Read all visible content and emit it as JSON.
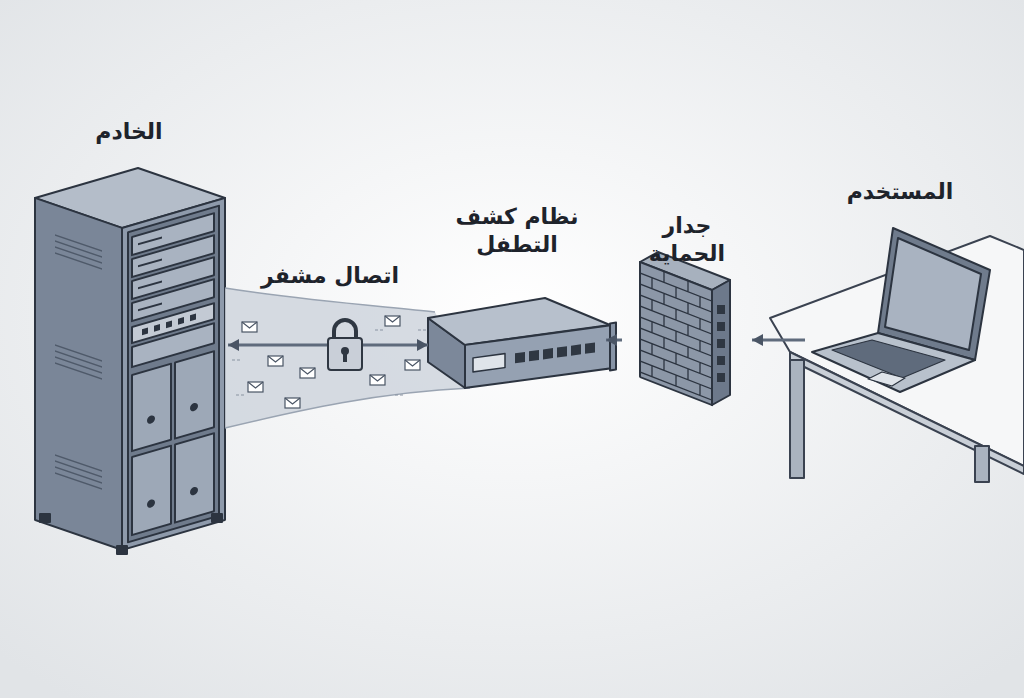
{
  "diagram": {
    "nodes": [
      {
        "text": [
          "الخادم"
        ]
      },
      {
        "text": [
          "نظام كشف التطفل"
        ]
      },
      {
        "text": [
          "جدار الحماية"
        ]
      },
      {
        "text": [
          "المستخدم"
        ]
      }
    ],
    "edges": [
      {
        "from": 3,
        "to": 2,
        "arrow": "to"
      },
      {
        "from": 2,
        "to": 1,
        "arrow": "to"
      },
      {
        "from": 1,
        "to": 0,
        "arrow": "both",
        "label": "اتصال مشفر"
      }
    ]
  }
}
